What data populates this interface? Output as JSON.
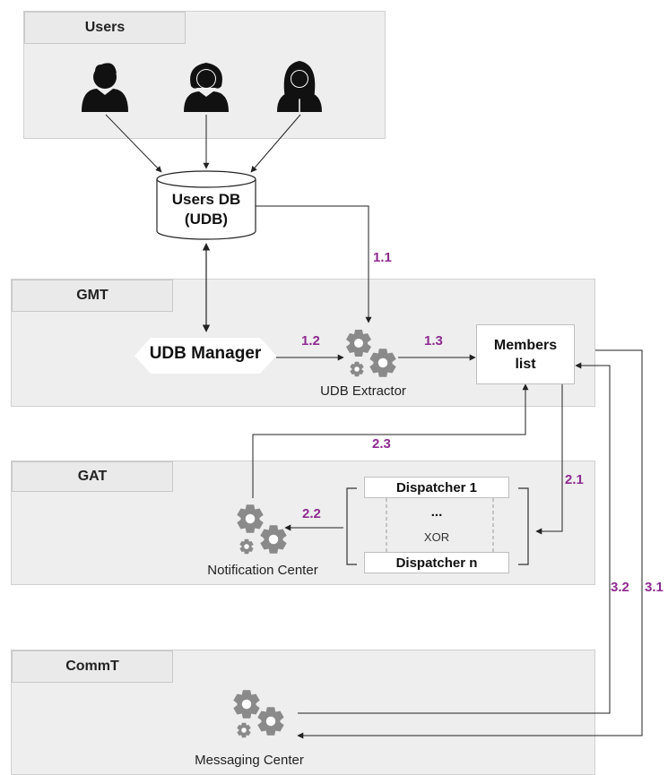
{
  "regions": {
    "users": "Users",
    "gmt": "GMT",
    "gat": "GAT",
    "commt": "CommT"
  },
  "database": {
    "line1": "Users DB",
    "line2": "(UDB)"
  },
  "components": {
    "udb_manager": "UDB Manager",
    "udb_extractor": "UDB Extractor",
    "members_list_line1": "Members",
    "members_list_line2": "list",
    "notification_center": "Notification Center",
    "messaging_center": "Messaging Center",
    "dispatcher_1": "Dispatcher 1",
    "dispatcher_n": "Dispatcher n",
    "ellipsis": "...",
    "xor": "XOR"
  },
  "steps": {
    "s1_1": "1.1",
    "s1_2": "1.2",
    "s1_3": "1.3",
    "s2_1": "2.1",
    "s2_2": "2.2",
    "s2_3": "2.3",
    "s3_1": "3.1",
    "s3_2": "3.2"
  },
  "colors": {
    "step_label": "#8e2b8f",
    "region_fill": "#eeeeee",
    "icon_gray": "#8a8a8a",
    "line": "#333333"
  },
  "icons": [
    "person-male-icon",
    "person-female-icon",
    "person-female-long-hair-icon",
    "gears-icon",
    "database-icon"
  ]
}
